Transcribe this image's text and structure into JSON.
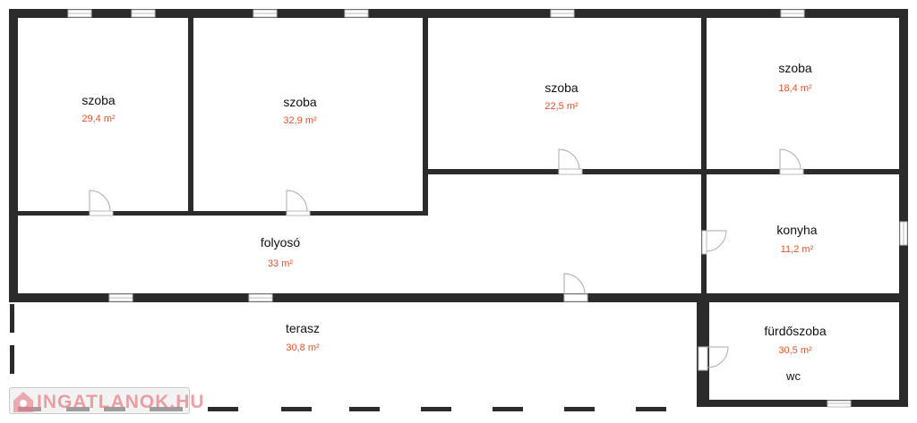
{
  "rooms": [
    {
      "name": "szoba",
      "area": "29,4 m²"
    },
    {
      "name": "szoba",
      "area": "32,9 m²"
    },
    {
      "name": "szoba",
      "area": "22,5 m²"
    },
    {
      "name": "szoba",
      "area": "18,4 m²"
    },
    {
      "name": "folyosó",
      "area": "33 m²"
    },
    {
      "name": "konyha",
      "area": "11,2 m²"
    },
    {
      "name": "terasz",
      "area": "30,8 m²"
    },
    {
      "name": "fürdőszoba",
      "area": "30,5 m²",
      "note": "wc"
    }
  ],
  "watermark": "INGATLANOK.HU",
  "colors": {
    "wall": "#2b2b2b",
    "area_text": "#e0522a"
  }
}
